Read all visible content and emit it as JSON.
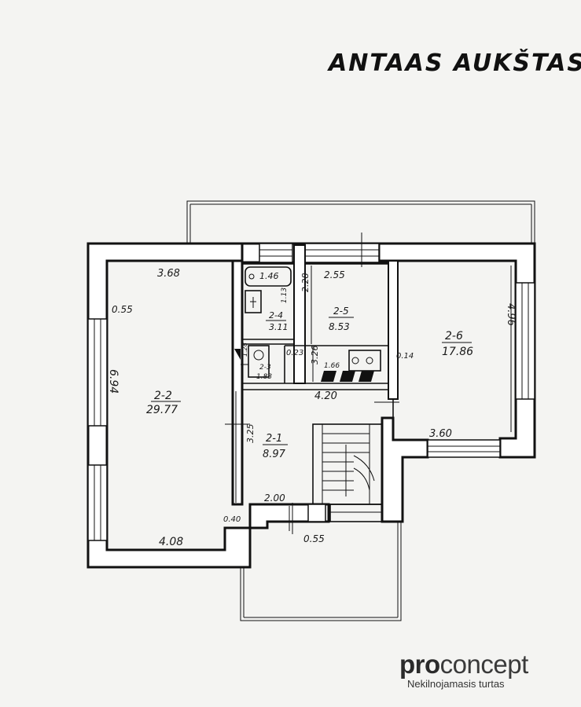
{
  "title": "ANTAAS AUKŠTAS",
  "rooms": [
    {
      "id": "2-1",
      "area": "8.97"
    },
    {
      "id": "2-2",
      "area": "29.77"
    },
    {
      "id": "2-3",
      "area": "1.83"
    },
    {
      "id": "2-4",
      "area": "3.11"
    },
    {
      "id": "2-5",
      "area": "8.53"
    },
    {
      "id": "2-6",
      "area": "17.86"
    }
  ],
  "dimensions": {
    "d_3_68": "3.68",
    "d_0_55_left": "0.55",
    "d_6_94": "6.94",
    "d_4_08": "4.08",
    "d_0_40": "0.40",
    "d_1_46": "1.46",
    "d_1_13": "1.13",
    "d_2_28": "2.28",
    "d_2_55": "2.55",
    "d_3_26": "3.26",
    "d_0_23": "0.23",
    "d_1_66": "1.66",
    "d_0_14": "0.14",
    "d_4_20": "4.20",
    "d_3_25": "3.25",
    "d_2_00": "2.00",
    "d_0_55_bottom": "0.55",
    "d_4_96": "4.96",
    "d_3_60": "3.60",
    "d_1_28": "1.28"
  },
  "logo": {
    "brand_pro": "pro",
    "brand_concept": "concept",
    "tagline": "Nekilnojamasis turtas"
  }
}
